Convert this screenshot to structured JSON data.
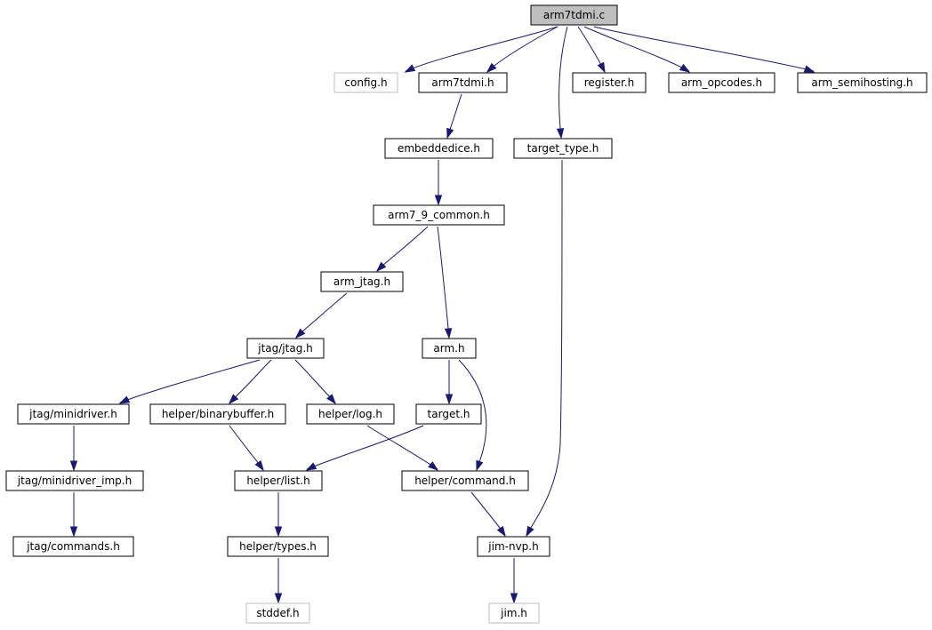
{
  "diagram": {
    "title": "",
    "colors": {
      "edge": "#191970",
      "root_fill": "#bfbfbf",
      "node_border": "#000000",
      "external_border": "#bfbfbf"
    },
    "nodes": [
      {
        "id": "arm7tdmi_c",
        "label": "arm7tdmi.c",
        "kind": "root"
      },
      {
        "id": "config_h",
        "label": "config.h",
        "kind": "external"
      },
      {
        "id": "arm7tdmi_h",
        "label": "arm7tdmi.h",
        "kind": "normal"
      },
      {
        "id": "register_h",
        "label": "register.h",
        "kind": "normal"
      },
      {
        "id": "arm_opcodes_h",
        "label": "arm_opcodes.h",
        "kind": "normal"
      },
      {
        "id": "arm_semihosting_h",
        "label": "arm_semihosting.h",
        "kind": "normal"
      },
      {
        "id": "embeddedice_h",
        "label": "embeddedice.h",
        "kind": "normal"
      },
      {
        "id": "target_type_h",
        "label": "target_type.h",
        "kind": "normal"
      },
      {
        "id": "arm7_9_common_h",
        "label": "arm7_9_common.h",
        "kind": "normal"
      },
      {
        "id": "arm_jtag_h",
        "label": "arm_jtag.h",
        "kind": "normal"
      },
      {
        "id": "jtag_jtag_h",
        "label": "jtag/jtag.h",
        "kind": "normal"
      },
      {
        "id": "arm_h",
        "label": "arm.h",
        "kind": "normal"
      },
      {
        "id": "jtag_minidriver_h",
        "label": "jtag/minidriver.h",
        "kind": "normal"
      },
      {
        "id": "helper_binarybuffer_h",
        "label": "helper/binarybuffer.h",
        "kind": "normal"
      },
      {
        "id": "helper_log_h",
        "label": "helper/log.h",
        "kind": "normal"
      },
      {
        "id": "target_h",
        "label": "target.h",
        "kind": "normal"
      },
      {
        "id": "jtag_minidriver_imp_h",
        "label": "jtag/minidriver_imp.h",
        "kind": "normal"
      },
      {
        "id": "helper_list_h",
        "label": "helper/list.h",
        "kind": "normal"
      },
      {
        "id": "helper_command_h",
        "label": "helper/command.h",
        "kind": "normal"
      },
      {
        "id": "jtag_commands_h",
        "label": "jtag/commands.h",
        "kind": "normal"
      },
      {
        "id": "helper_types_h",
        "label": "helper/types.h",
        "kind": "normal"
      },
      {
        "id": "jim_nvp_h",
        "label": "jim-nvp.h",
        "kind": "normal"
      },
      {
        "id": "stddef_h",
        "label": "stddef.h",
        "kind": "external"
      },
      {
        "id": "jim_h",
        "label": "jim.h",
        "kind": "external"
      }
    ],
    "edges": [
      {
        "from": "arm7tdmi_c",
        "to": "config_h"
      },
      {
        "from": "arm7tdmi_c",
        "to": "arm7tdmi_h"
      },
      {
        "from": "arm7tdmi_c",
        "to": "target_type_h"
      },
      {
        "from": "arm7tdmi_c",
        "to": "register_h"
      },
      {
        "from": "arm7tdmi_c",
        "to": "arm_opcodes_h"
      },
      {
        "from": "arm7tdmi_c",
        "to": "arm_semihosting_h"
      },
      {
        "from": "arm7tdmi_h",
        "to": "embeddedice_h"
      },
      {
        "from": "embeddedice_h",
        "to": "arm7_9_common_h"
      },
      {
        "from": "arm7_9_common_h",
        "to": "arm_jtag_h"
      },
      {
        "from": "arm7_9_common_h",
        "to": "arm_h"
      },
      {
        "from": "arm_jtag_h",
        "to": "jtag_jtag_h"
      },
      {
        "from": "jtag_jtag_h",
        "to": "jtag_minidriver_h"
      },
      {
        "from": "jtag_jtag_h",
        "to": "helper_binarybuffer_h"
      },
      {
        "from": "jtag_jtag_h",
        "to": "helper_log_h"
      },
      {
        "from": "arm_h",
        "to": "target_h"
      },
      {
        "from": "arm_h",
        "to": "helper_command_h"
      },
      {
        "from": "jtag_minidriver_h",
        "to": "jtag_minidriver_imp_h"
      },
      {
        "from": "jtag_minidriver_imp_h",
        "to": "jtag_commands_h"
      },
      {
        "from": "helper_binarybuffer_h",
        "to": "helper_list_h"
      },
      {
        "from": "helper_log_h",
        "to": "helper_command_h"
      },
      {
        "from": "target_h",
        "to": "helper_list_h"
      },
      {
        "from": "helper_list_h",
        "to": "helper_types_h"
      },
      {
        "from": "helper_types_h",
        "to": "stddef_h"
      },
      {
        "from": "helper_command_h",
        "to": "jim_nvp_h"
      },
      {
        "from": "target_type_h",
        "to": "jim_nvp_h"
      },
      {
        "from": "jim_nvp_h",
        "to": "jim_h"
      }
    ]
  }
}
